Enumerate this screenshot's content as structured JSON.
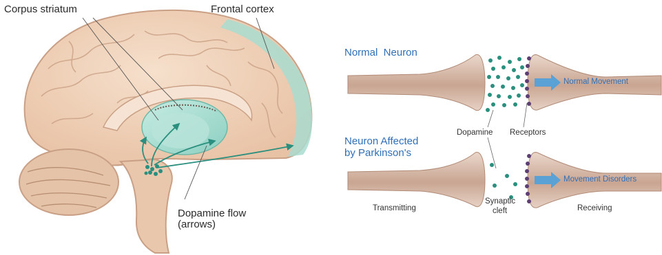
{
  "brain": {
    "label_corpus_striatum": "Corpus striatum",
    "label_frontal_cortex": "Frontal cortex",
    "label_dopamine_flow_line1": "Dopamine flow",
    "label_dopamine_flow_line2": "(arrows)"
  },
  "synapse": {
    "normal_title": "Normal  Neuron",
    "affected_title_line1": "Neuron Affected",
    "affected_title_line2": "by Parkinson's",
    "dopamine_label": "Dopamine",
    "receptors_label": "Receptors",
    "normal_arrow_label": "Normal Movement",
    "disorder_arrow_label": "Movement Disorders",
    "transmitting_label": "Transmitting",
    "synaptic_cleft_line1": "Synaptic",
    "synaptic_cleft_line2": "cleft",
    "receiving_label": "Receiving"
  },
  "colors": {
    "brain_fill": "#f1d5bd",
    "brain_outline": "#c9a085",
    "cortex_highlight": "#a9dcd0",
    "dopamine_teal": "#2a8f7e",
    "neuron_fill": "#d9bcab",
    "receptor_purple": "#5d3f73",
    "arrow_blue": "#5aa1d6",
    "title_blue": "#2f6fb6"
  }
}
